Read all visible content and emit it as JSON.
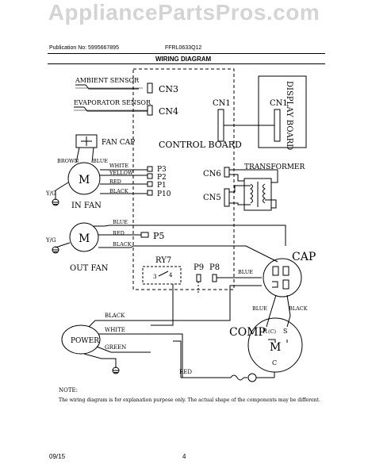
{
  "watermark": "AppliancePartsPros.com",
  "header": {
    "publication": "Publication No: 5995667895",
    "model": "FFRL0633Q12",
    "title": "WIRING DIAGRAM"
  },
  "footer": {
    "date": "09/15",
    "page": "4"
  },
  "diagram": {
    "ambient_sensor": "AMBIENT SENSOR",
    "evaporator_sensor": "EVAPORATOR SENSOR",
    "cn3": "CN3",
    "cn4": "CN4",
    "cn1_board": "CN1",
    "cn1_display": "CN1",
    "display_board": "DISPLAY BOARD",
    "fan_cap": "FAN CAP",
    "control_board": "CONTROL BOARD",
    "transformer": "TRANSFORMER",
    "cn6": "CN6",
    "cn5": "CN5",
    "brown": "BROWN",
    "blue": "BLUE",
    "white": "WHITE",
    "yellow": "YELLOW",
    "red": "RED",
    "black": "BLACK",
    "green": "GREEN",
    "p3": "P3",
    "p2": "P2",
    "p1": "P1",
    "p10": "P10",
    "p5": "P5",
    "p9": "P9",
    "p8": "P8",
    "yg_in": "Y/G",
    "yg_out": "Y/G",
    "in_fan": "IN FAN",
    "out_fan": "OUT FAN",
    "motor": "M",
    "ry7": "RY7",
    "relay_3": "3",
    "relay_4": "4",
    "cap": "CAP",
    "comp": "COMP",
    "comp_r": "R",
    "comp_c_top": "(C)",
    "comp_s": "S",
    "comp_c": "C",
    "power": "POWER",
    "note_label": "NOTE:",
    "note_text": "The wiring diagram is for explanation purpose only. The actual shape of the components may be different."
  }
}
